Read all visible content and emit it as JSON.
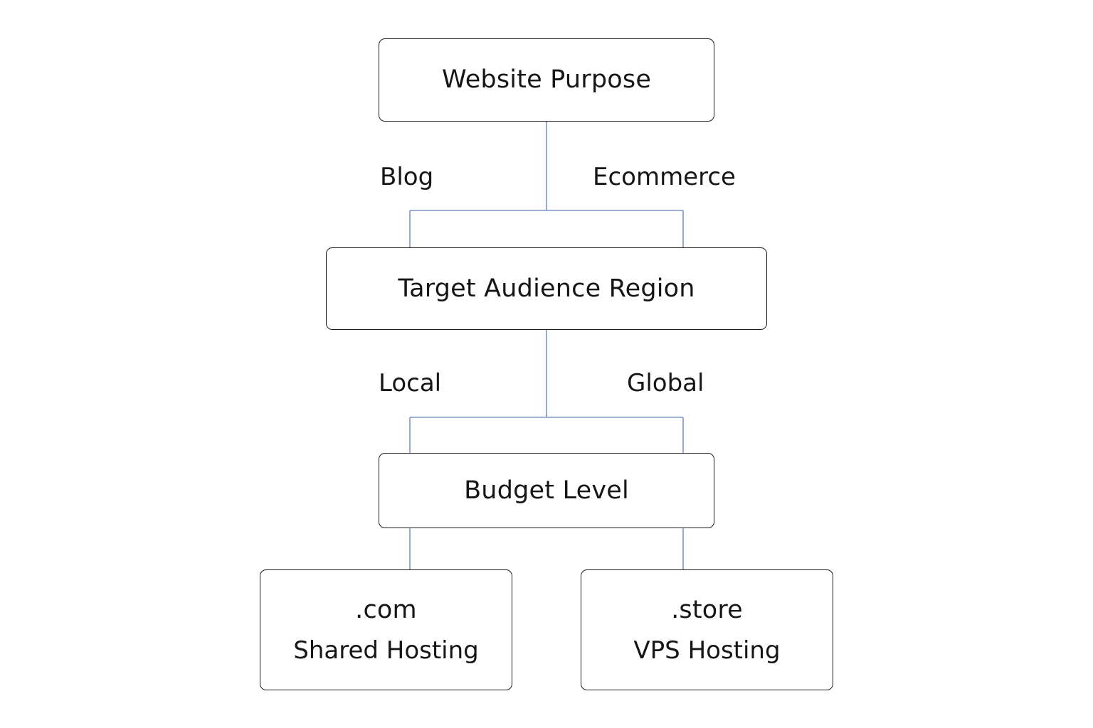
{
  "nodes": {
    "website_purpose": {
      "title": "Website Purpose"
    },
    "target_audience_region": {
      "title": "Target Audience Region"
    },
    "budget_level": {
      "title": "Budget Level"
    },
    "com_option": {
      "title": ".com",
      "subtitle": "Shared Hosting"
    },
    "store_option": {
      "title": ".store",
      "subtitle": "VPS Hosting"
    }
  },
  "branches": {
    "blog": "Blog",
    "ecommerce": "Ecommerce",
    "local": "Local",
    "global": "Global"
  },
  "colors": {
    "connector": "#7d95c8",
    "node_border": "#1c1c1c",
    "text": "#161616",
    "background": "#ffffff"
  }
}
